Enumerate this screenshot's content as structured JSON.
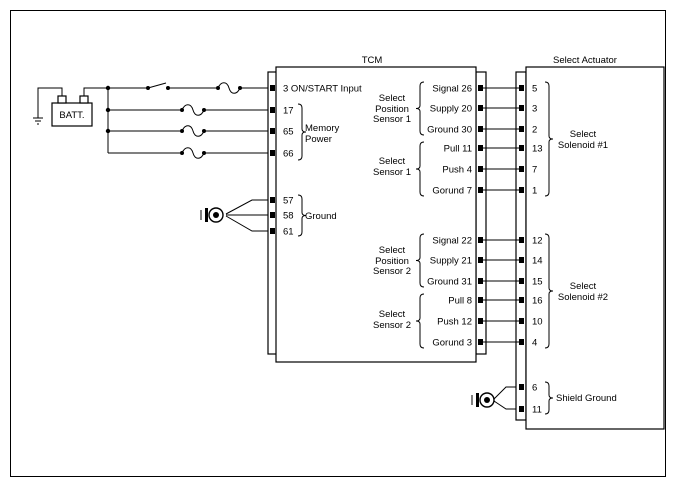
{
  "tcm": {
    "title": "TCM",
    "pins_left": [
      {
        "num": "3",
        "label": "ON/START Input"
      },
      {
        "num": "17"
      },
      {
        "num": "65"
      },
      {
        "num": "66"
      },
      {
        "num": "57"
      },
      {
        "num": "58"
      },
      {
        "num": "61"
      }
    ],
    "memory_power_label": [
      "Memory",
      "Power"
    ],
    "ground_label": "Ground",
    "sensors": [
      {
        "title": [
          "Select",
          "Position",
          "Sensor 1"
        ],
        "pins": [
          "Signal 26",
          "Supply 20",
          "Ground 30"
        ]
      },
      {
        "title": [
          "Select",
          "Sensor 1"
        ],
        "pins": [
          "Pull 11",
          "Push 4",
          "Gorund 7"
        ]
      },
      {
        "title": [
          "Select",
          "Position",
          "Sensor 2"
        ],
        "pins": [
          "Signal 22",
          "Supply 21",
          "Ground 31"
        ]
      },
      {
        "title": [
          "Select",
          "Sensor 2"
        ],
        "pins": [
          "Pull 8",
          "Push 12",
          "Gorund 3"
        ]
      }
    ]
  },
  "battery": {
    "label": "BATT."
  },
  "actuator": {
    "title": "Select Actuator",
    "pins_upper": [
      "5",
      "3",
      "2",
      "13",
      "7",
      "1"
    ],
    "pins_lower": [
      "12",
      "14",
      "15",
      "16",
      "10",
      "4"
    ],
    "shield_pins": [
      "6",
      "11"
    ],
    "solenoid1_label": [
      "Select",
      "Solenoid #1"
    ],
    "solenoid2_label": [
      "Select",
      "Solenoid #2"
    ],
    "shield_label": "Shield Ground"
  }
}
